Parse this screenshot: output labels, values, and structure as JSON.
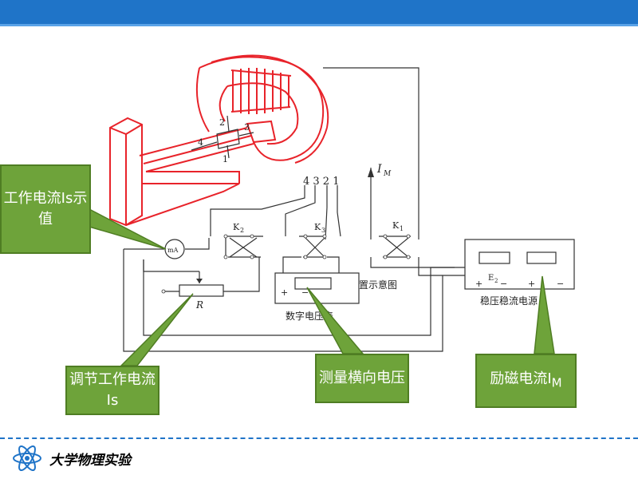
{
  "callouts": {
    "is_display": "工作电流Is示值",
    "adjust_current": "调节工作电流Is",
    "measure_voltage": "测量横向电压",
    "excitation_label": "励磁电流I",
    "excitation_sub": "M"
  },
  "labels": {
    "numbers_top": "4 3 2 1",
    "sample_1": "1",
    "sample_2": "2",
    "sample_3": "3",
    "sample_4": "4",
    "k1": "K",
    "k1_sub": "1",
    "k2": "K",
    "k2_sub": "2",
    "k3": "K",
    "k3_sub": "3",
    "im_label": "I",
    "im_sub": "M",
    "ma": "mA",
    "rheostat": "R",
    "digital_voltmeter": "数字电压表",
    "power_supply": "稳压稳流电源",
    "partial_title": "置示意图",
    "e2": "E",
    "e2_sub": "2",
    "plus": "+",
    "minus": "−"
  },
  "footer": {
    "text": "大学物理实验"
  },
  "colors": {
    "header": "#1f74c8",
    "magnet": "#e8232a",
    "callout": "#6ea33a",
    "wire": "#333333"
  }
}
